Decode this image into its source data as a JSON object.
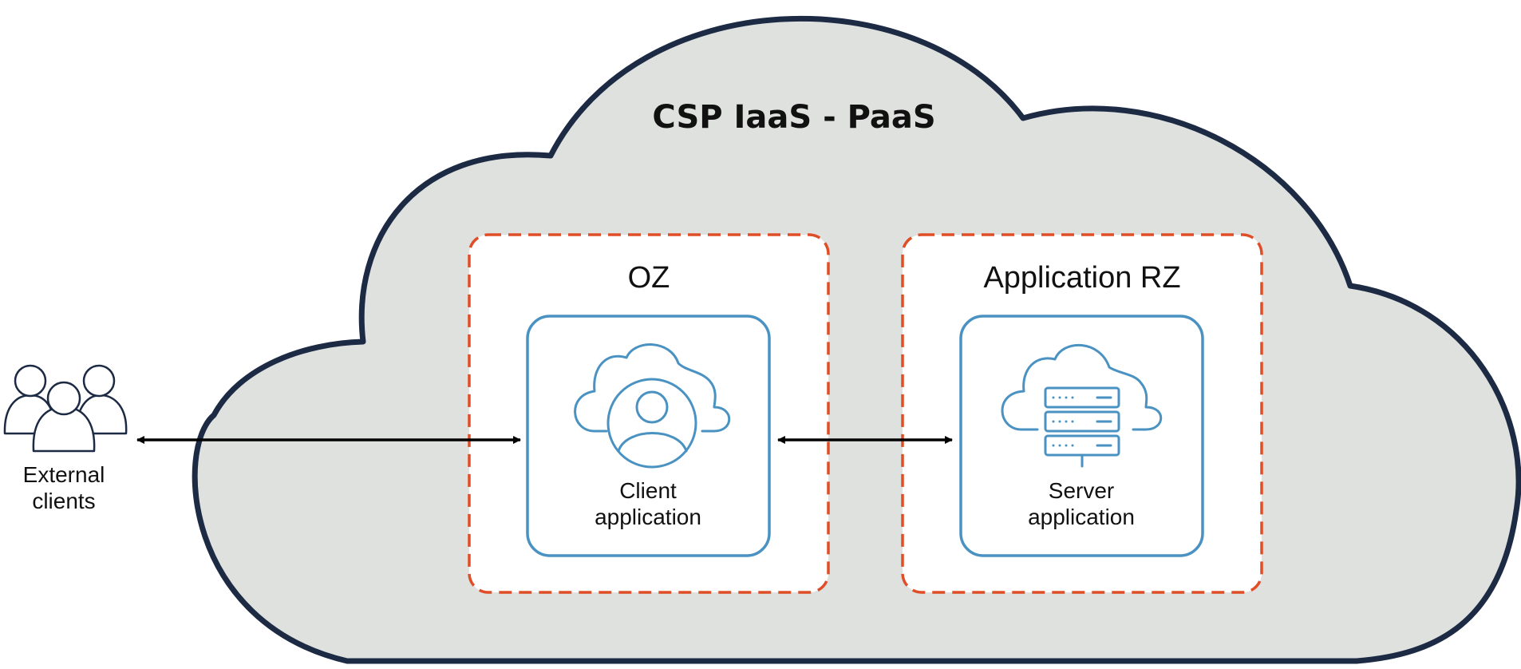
{
  "cloud": {
    "title": "CSP IaaS - PaaS"
  },
  "external": {
    "label_line1": "External",
    "label_line2": "clients"
  },
  "zones": {
    "oz": {
      "title": "OZ",
      "app_line1": "Client",
      "app_line2": "application"
    },
    "rz": {
      "title": "Application RZ",
      "app_line1": "Server",
      "app_line2": "application"
    }
  },
  "icons": {
    "users": "users-group-icon",
    "client": "cloud-user-icon",
    "server": "cloud-server-icon"
  },
  "colors": {
    "cloud_fill": "#dfe1df",
    "cloud_stroke": "#1c2a44",
    "zone_dash": "#e04e27",
    "app_box": "#4a92c2",
    "arrow": "#000000",
    "users_icon": "#1c2a44"
  }
}
